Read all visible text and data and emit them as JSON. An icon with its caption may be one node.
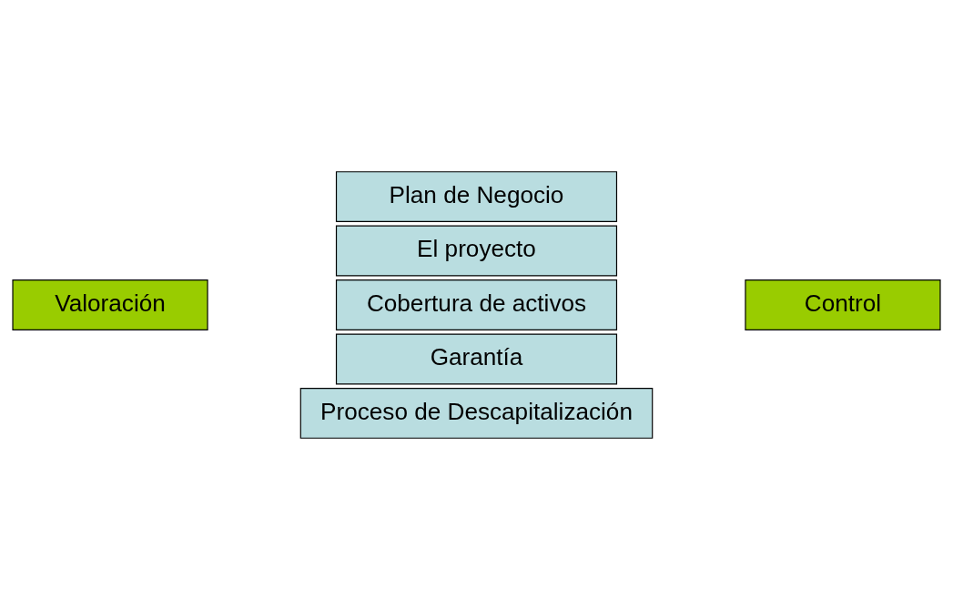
{
  "diagram": {
    "nodes": [
      {
        "text": [
          "Valoración"
        ]
      },
      {
        "text": [
          "Plan de Negocio"
        ]
      },
      {
        "text": [
          "El proyecto"
        ]
      },
      {
        "text": [
          "Cobertura de activos"
        ]
      },
      {
        "text": [
          "Garantía"
        ]
      },
      {
        "text": [
          "Proceso de Descapitalización"
        ]
      },
      {
        "text": [
          "Control"
        ]
      }
    ]
  }
}
